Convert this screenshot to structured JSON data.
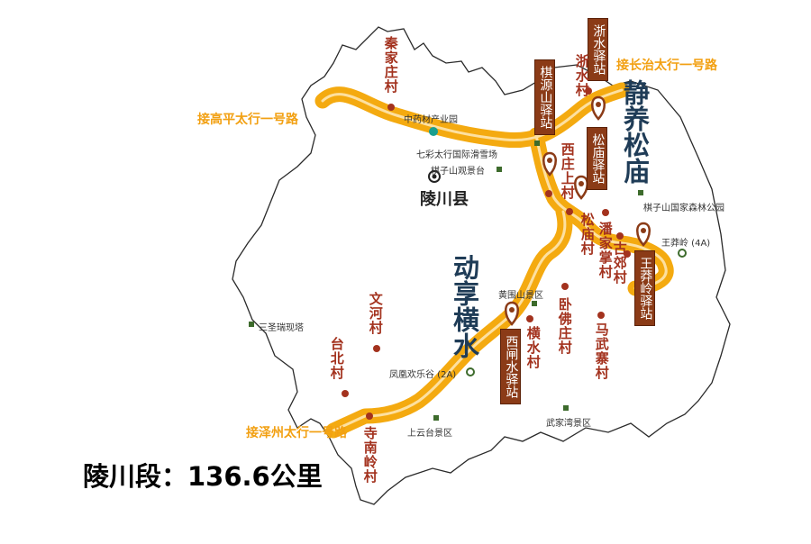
{
  "map": {
    "title": "陵川段：136.6公里",
    "county": "陵川县",
    "slogans": [
      "静养松庙",
      "动享横水"
    ],
    "connectors": [
      "接长治太行一号路",
      "接高平太行一号路",
      "接泽州太行一号路"
    ],
    "stations": [
      "浙水驿站",
      "棋源山驿站",
      "松庙驿站",
      "王莽岭驿站",
      "西闸水驿站"
    ],
    "villages": [
      "秦家庄村",
      "浙水村",
      "西庄上村",
      "松庙村",
      "潘家掌村",
      "古郊村",
      "文河村",
      "卧佛庄村",
      "横水村",
      "马武寨村",
      "台北村",
      "寺南岭村"
    ],
    "pois": [
      "中药材产业园",
      "七彩太行国际滑雪场",
      "棋子山观景台",
      "棋子山国家森林公园",
      "王莽岭 (4A)",
      "三圣瑞现塔",
      "黄围山景区",
      "凤凰欢乐谷 (2A)",
      "上云台景区",
      "武家湾景区"
    ]
  },
  "colors": {
    "route": "#f4aa10",
    "route_inner": "#fde0a0",
    "station": "#8b3b17",
    "village_text": "#a3321e",
    "village_dot": "#a3321e",
    "slogan": "#1f3c57",
    "poi_dot": "#3d6b2c",
    "industrial": "#1a9e8e"
  }
}
